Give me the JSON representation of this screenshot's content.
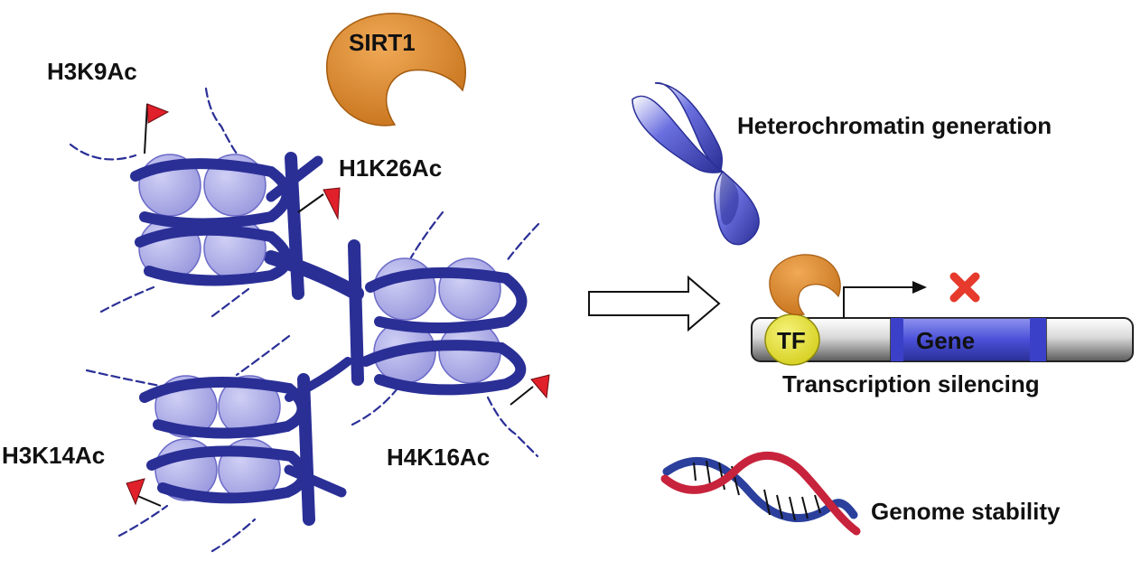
{
  "labels": {
    "enzyme": "SIRT1",
    "h3k9": "H3K9Ac",
    "h1k26": "H1K26Ac",
    "h3k14": "H3K14Ac",
    "h4k16": "H4K16Ac",
    "heterochromatin": "Heterochromatin generation",
    "tf": "TF",
    "gene": "Gene",
    "transcription": "Transcription silencing",
    "genome": "Genome stability"
  },
  "icons": {
    "enzyme": "pacman-enzyme-icon",
    "chromosome": "chromosome-icon",
    "dna": "dna-helix-icon",
    "arrow": "hollow-right-arrow-icon",
    "block": "red-x-icon",
    "flag": "acetyl-flag-icon"
  },
  "colors": {
    "chromatin_blue": "#2a2f96",
    "histone_lavender": "#a9a8e6",
    "sirt1_orange": "#dd8b32",
    "flag_red": "#e0202a",
    "x_red": "#e53a2c",
    "tf_yellow": "#e6e23a",
    "dna_red": "#c8233c",
    "dna_blue": "#2b3f9c"
  }
}
